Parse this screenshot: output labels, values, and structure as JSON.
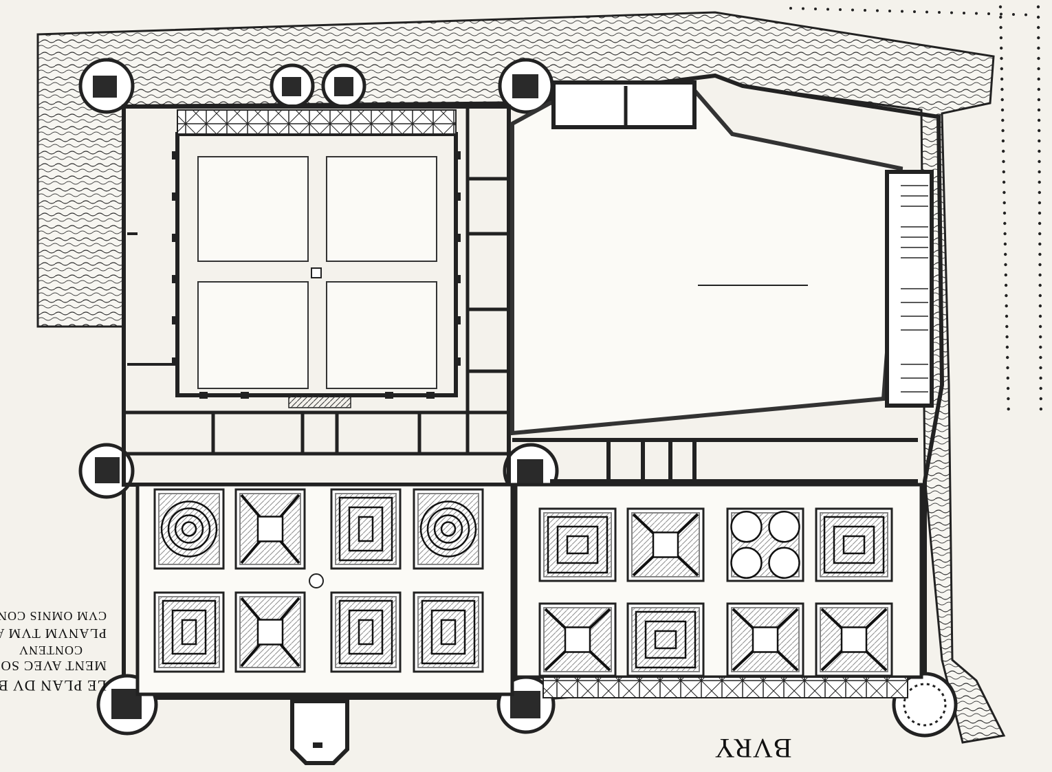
{
  "title": "BVRY",
  "caption_lines": [
    "LE PLAN DV BA",
    "MENT AVEC SO",
    "CONTENV",
    "PLANVM TVM AD",
    "CVM OMNIS CONS"
  ],
  "colors": {
    "ink": "#222222",
    "paper": "#f4f2ec",
    "court": "#fbfaf6"
  },
  "parterres": {
    "west_garden": [
      "labyrinth-round",
      "octagon-knot",
      "square-knot",
      "circular-knot",
      "quatrefoil-knot",
      "cross-knot",
      "square-labyrinth",
      "square-maze"
    ],
    "east_garden": [
      "triangle-squares",
      "diagonal-squares",
      "four-circles",
      "square-key",
      "star-knot",
      "nested-squares",
      "diagonal-grid",
      "crossed-squares"
    ]
  }
}
